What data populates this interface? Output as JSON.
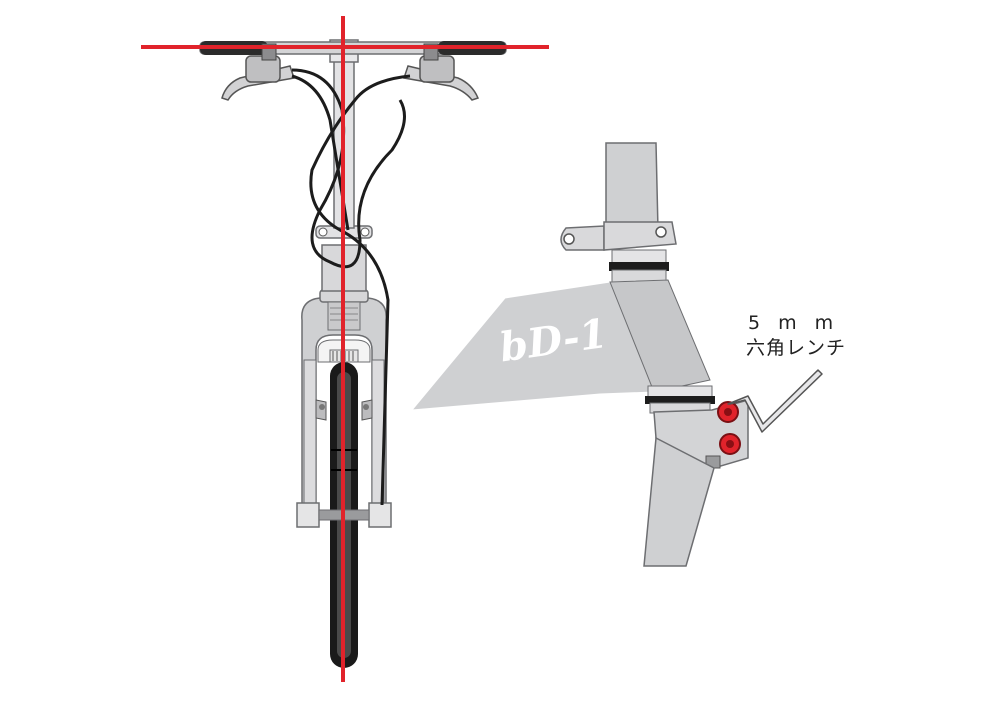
{
  "diagram": {
    "frame_logo": "bD-1",
    "wrench_size": "5 m m",
    "wrench_name": "六角レンチ"
  },
  "colors": {
    "alignment_line": "#e1232b",
    "bolt_highlight": "#e1232b",
    "frame_fill": "#cfd0d2",
    "frame_stroke": "#6d6e71",
    "tire": "#1a1a1a"
  }
}
